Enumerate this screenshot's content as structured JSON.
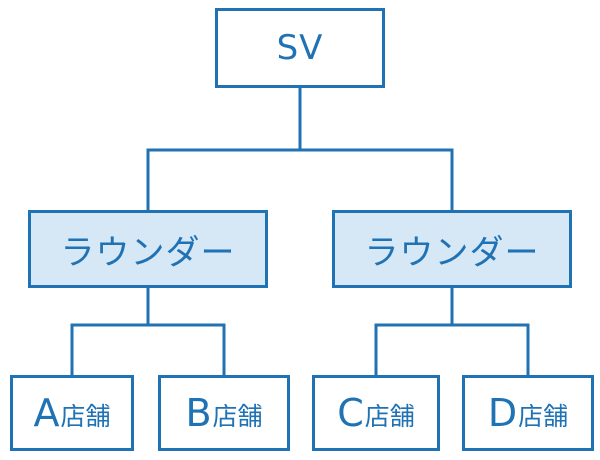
{
  "colors": {
    "line": "#1f72b4",
    "text": "#1f72b4",
    "mid_fill": "#d6e7f6",
    "leaf_fill": "#ffffff"
  },
  "top": {
    "label": "SV"
  },
  "middle": [
    {
      "label": "ラウンダー"
    },
    {
      "label": "ラウンダー"
    }
  ],
  "leaves": [
    {
      "letter": "A",
      "suffix": "店舗"
    },
    {
      "letter": "B",
      "suffix": "店舗"
    },
    {
      "letter": "C",
      "suffix": "店舗"
    },
    {
      "letter": "D",
      "suffix": "店舗"
    }
  ]
}
